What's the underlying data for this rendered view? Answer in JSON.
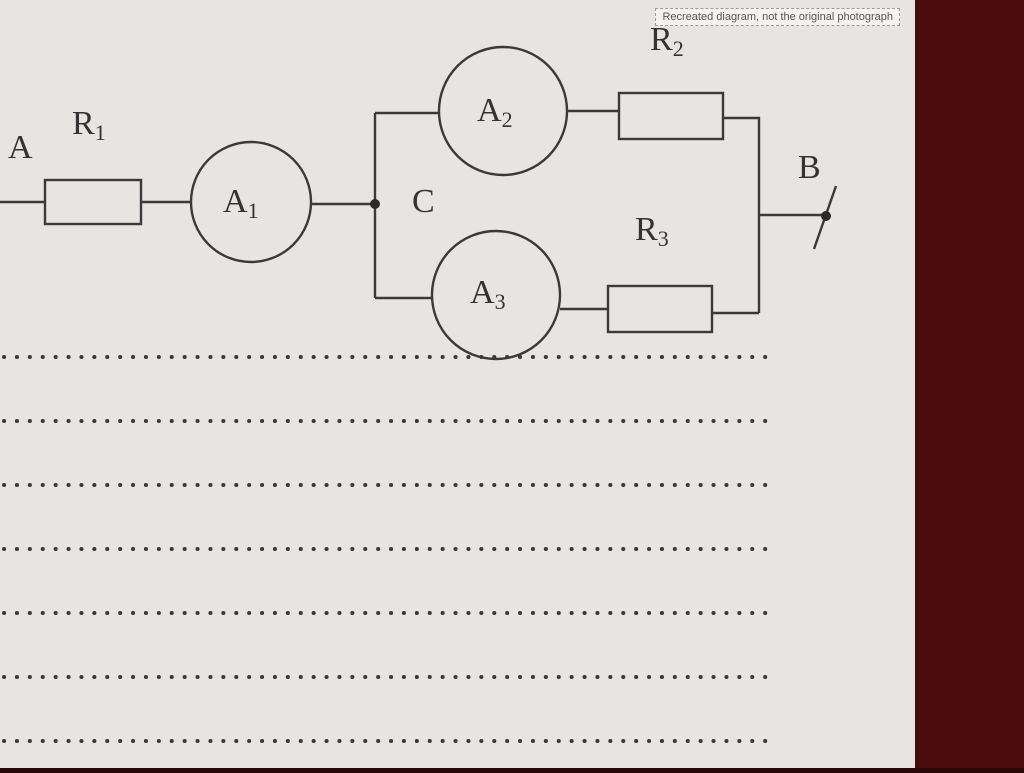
{
  "disclaimer": "Recreated diagram, not the original photograph",
  "circuit": {
    "terminal_a": "A",
    "terminal_b": "B",
    "node_c": "C",
    "resistors": {
      "r1": {
        "letter": "R",
        "sub": "1"
      },
      "r2": {
        "letter": "R",
        "sub": "2"
      },
      "r3": {
        "letter": "R",
        "sub": "3"
      }
    },
    "ammeters": {
      "a1": {
        "letter": "A",
        "sub": "1"
      },
      "a2": {
        "letter": "A",
        "sub": "2"
      },
      "a3": {
        "letter": "A",
        "sub": "3"
      }
    }
  },
  "answer_lines": 7
}
